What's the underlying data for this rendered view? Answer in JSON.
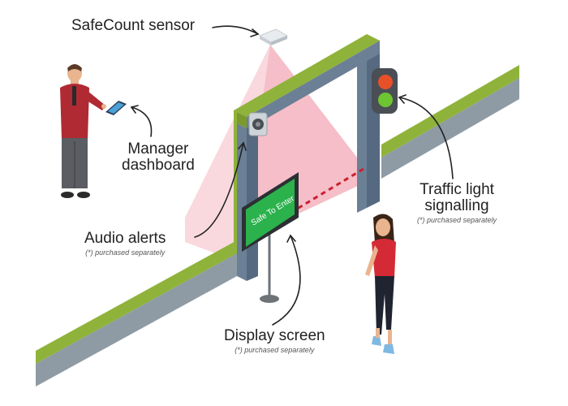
{
  "labels": {
    "sensor": "SafeCount sensor",
    "manager_line1": "Manager",
    "manager_line2": "dashboard",
    "audio": "Audio alerts",
    "audio_note": "(*) purchased separately",
    "traffic_line1": "Traffic light",
    "traffic_line2": "signalling",
    "traffic_note": "(*) purchased separately",
    "display": "Display screen",
    "display_note": "(*) purchased separately",
    "screen_text": "Safe To Enter"
  },
  "icons": {
    "sensor": "ceiling-sensor-icon",
    "speaker": "speaker-icon",
    "traffic": "traffic-light-icon",
    "tablet": "tablet-icon"
  },
  "colors": {
    "wall_top": "#8fb33a",
    "wall_front": "#8e9ba4",
    "frame": "#6b7f95",
    "cone": "#f4b8c2",
    "beam": "#cc1f2f",
    "screen": "#2bb24c",
    "traffic_red": "#e8502a",
    "traffic_green": "#6cc531"
  }
}
